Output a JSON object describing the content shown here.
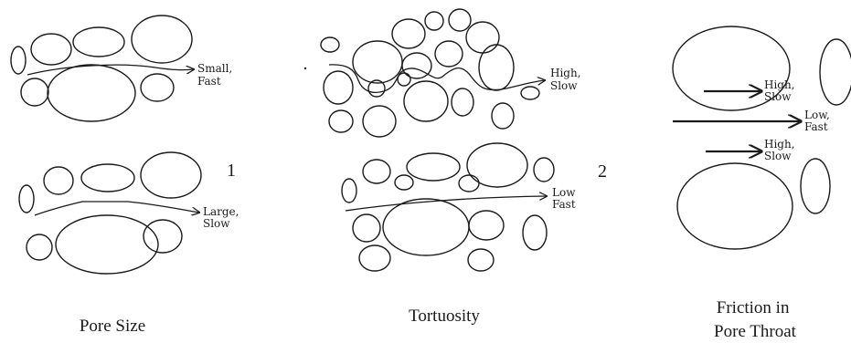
{
  "panels": {
    "pore_size": {
      "caption": "Pore Size",
      "top_label": [
        "Small,",
        "Fast"
      ],
      "bottom_label": [
        "Large,",
        "Slow"
      ]
    },
    "tortuosity": {
      "caption": "Tortuosity",
      "top_label": [
        "High,",
        "Slow"
      ],
      "bottom_label": [
        "Low",
        "Fast"
      ]
    },
    "friction": {
      "caption_lines": [
        "Friction in",
        "Pore Throat"
      ],
      "upper_label": [
        "High,",
        "Slow"
      ],
      "middle_label": [
        "Low,",
        "Fast"
      ],
      "lower_label": [
        "High,",
        "Slow"
      ]
    }
  },
  "figure_numbers": [
    "1",
    "2"
  ],
  "colors": {
    "ink": "#1a1a1a",
    "background": "#ffffff"
  }
}
